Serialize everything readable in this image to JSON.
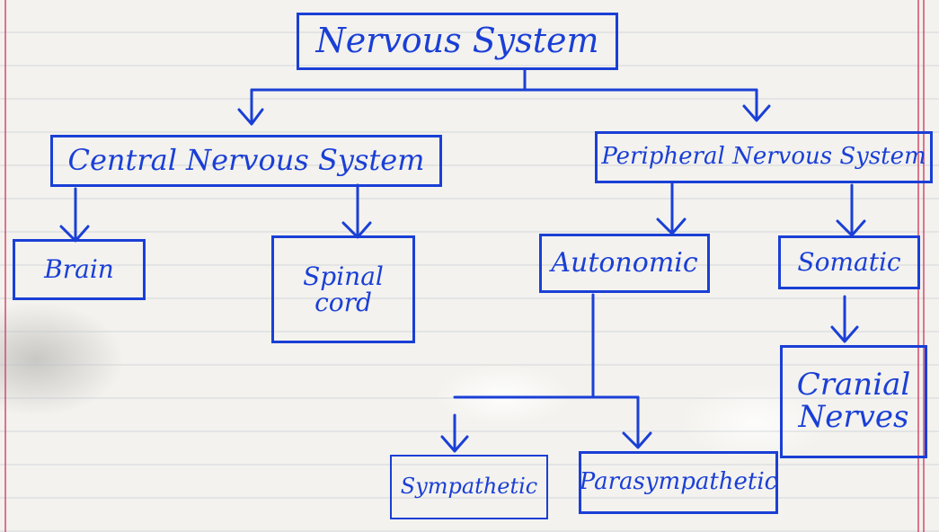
{
  "diagram": {
    "nodes": {
      "root": "Nervous System",
      "cns": "Central Nervous System",
      "pns": "Peripheral Nervous System",
      "brain": "Brain",
      "spinal_cord": "Spinal cord",
      "autonomic": "Autonomic",
      "somatic": "Somatic",
      "cranial_nerves": "Cranial Nerves",
      "sympathetic": "Sympathetic",
      "parasympathetic": "Parasympathetic"
    },
    "edges": [
      [
        "root",
        "cns"
      ],
      [
        "root",
        "pns"
      ],
      [
        "cns",
        "brain"
      ],
      [
        "cns",
        "spinal_cord"
      ],
      [
        "pns",
        "autonomic"
      ],
      [
        "pns",
        "somatic"
      ],
      [
        "autonomic",
        "sympathetic"
      ],
      [
        "autonomic",
        "parasympathetic"
      ],
      [
        "somatic",
        "cranial_nerves"
      ]
    ],
    "ink_color": "#1a3fd6",
    "margin_line_color": "#d44a6a"
  }
}
